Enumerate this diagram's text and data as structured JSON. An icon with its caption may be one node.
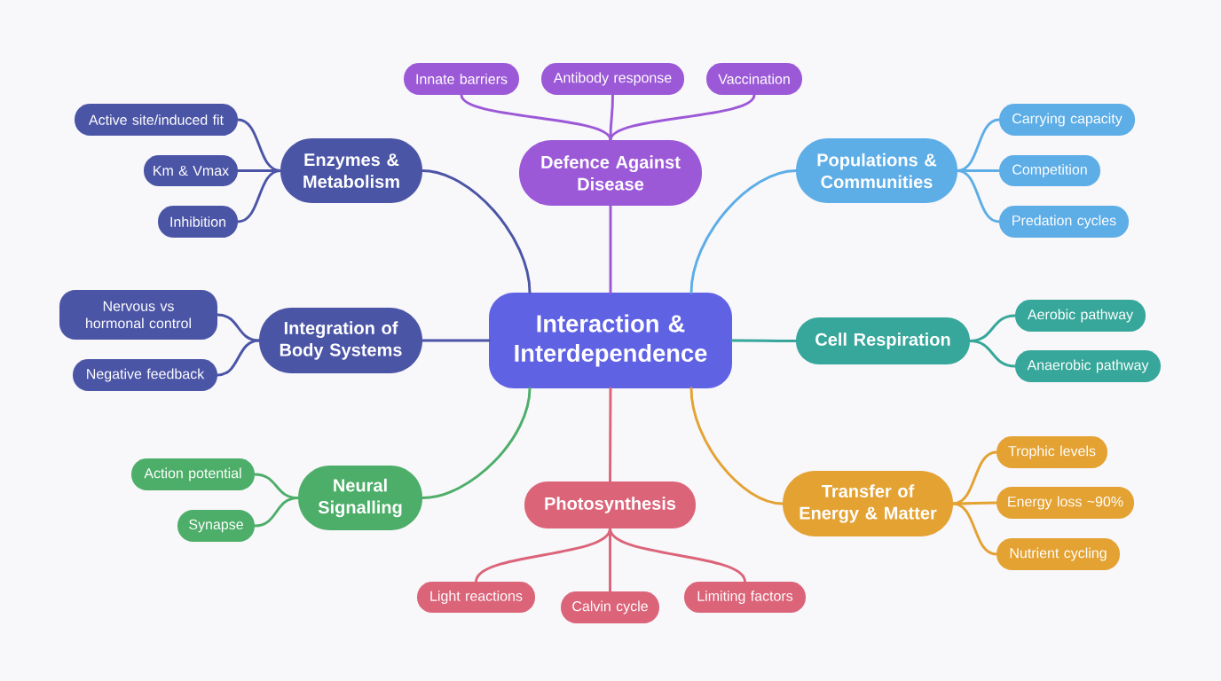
{
  "diagram": {
    "nodes": [
      {
        "text": [
          "Interaction & Interdependence"
        ]
      },
      {
        "text": [
          "Enzymes & Metabolism"
        ]
      },
      {
        "text": [
          "Active site/induced fit"
        ]
      },
      {
        "text": [
          "Km & Vmax"
        ]
      },
      {
        "text": [
          "Inhibition"
        ]
      },
      {
        "text": [
          "Defence Against Disease"
        ]
      },
      {
        "text": [
          "Innate barriers"
        ]
      },
      {
        "text": [
          "Antibody response"
        ]
      },
      {
        "text": [
          "Vaccination"
        ]
      },
      {
        "text": [
          "Populations & Communities"
        ]
      },
      {
        "text": [
          "Carrying capacity"
        ]
      },
      {
        "text": [
          "Competition"
        ]
      },
      {
        "text": [
          "Predation cycles"
        ]
      },
      {
        "text": [
          "Integration of Body Systems"
        ]
      },
      {
        "text": [
          "Nervous vs hormonal control"
        ]
      },
      {
        "text": [
          "Negative feedback"
        ]
      },
      {
        "text": [
          "Cell Respiration"
        ]
      },
      {
        "text": [
          "Aerobic pathway"
        ]
      },
      {
        "text": [
          "Anaerobic pathway"
        ]
      },
      {
        "text": [
          "Neural Signalling"
        ]
      },
      {
        "text": [
          "Action potential"
        ]
      },
      {
        "text": [
          "Synapse"
        ]
      },
      {
        "text": [
          "Photosynthesis"
        ]
      },
      {
        "text": [
          "Light reactions"
        ]
      },
      {
        "text": [
          "Calvin cycle"
        ]
      },
      {
        "text": [
          "Limiting factors"
        ]
      },
      {
        "text": [
          "Transfer of Energy & Matter"
        ]
      },
      {
        "text": [
          "Trophic levels"
        ]
      },
      {
        "text": [
          "Energy loss ~90%"
        ]
      },
      {
        "text": [
          "Nutrient cycling"
        ]
      }
    ],
    "edges": [
      {
        "from": 0,
        "to": 1,
        "arrow": "none"
      },
      {
        "from": 1,
        "to": 2,
        "arrow": "none"
      },
      {
        "from": 1,
        "to": 3,
        "arrow": "none"
      },
      {
        "from": 1,
        "to": 4,
        "arrow": "none"
      },
      {
        "from": 0,
        "to": 5,
        "arrow": "none",
        "color": "#9c59d7"
      },
      {
        "from": 5,
        "to": 6,
        "arrow": "none",
        "color": "#9c59d7"
      },
      {
        "from": 5,
        "to": 7,
        "arrow": "none",
        "color": "#9c59d7"
      },
      {
        "from": 5,
        "to": 8,
        "arrow": "none",
        "color": "#9c59d7"
      },
      {
        "from": 0,
        "to": 9,
        "arrow": "none",
        "color": "#5dade7"
      },
      {
        "from": 9,
        "to": 10,
        "arrow": "none",
        "color": "#5dade7"
      },
      {
        "from": 9,
        "to": 11,
        "arrow": "none",
        "color": "#5dade7"
      },
      {
        "from": 9,
        "to": 12,
        "arrow": "none",
        "color": "#5dade7"
      },
      {
        "from": 0,
        "to": 13,
        "arrow": "none"
      },
      {
        "from": 13,
        "to": 14,
        "arrow": "none"
      },
      {
        "from": 13,
        "to": 15,
        "arrow": "none"
      },
      {
        "from": 0,
        "to": 16,
        "arrow": "none",
        "color": "#36a79a"
      },
      {
        "from": 16,
        "to": 17,
        "arrow": "none",
        "color": "#36a79a"
      },
      {
        "from": 16,
        "to": 18,
        "arrow": "none",
        "color": "#36a79a"
      },
      {
        "from": 0,
        "to": 19,
        "arrow": "none",
        "color": "#4dae69"
      },
      {
        "from": 19,
        "to": 20,
        "arrow": "none",
        "color": "#4dae69"
      },
      {
        "from": 19,
        "to": 21,
        "arrow": "none",
        "color": "#4dae69"
      },
      {
        "from": 0,
        "to": 22,
        "arrow": "none",
        "color": "#db6479"
      },
      {
        "from": 22,
        "to": 23,
        "arrow": "none",
        "color": "#db6479"
      },
      {
        "from": 22,
        "to": 24,
        "arrow": "none",
        "color": "#db6479"
      },
      {
        "from": 22,
        "to": 25,
        "arrow": "none",
        "color": "#db6479"
      },
      {
        "from": 0,
        "to": 26,
        "arrow": "none",
        "color": "#e4a233"
      },
      {
        "from": 26,
        "to": 27,
        "arrow": "none",
        "color": "#e4a233"
      },
      {
        "from": 26,
        "to": 28,
        "arrow": "none",
        "color": "#e4a233"
      },
      {
        "from": 26,
        "to": 29,
        "arrow": "none",
        "color": "#e4a233"
      }
    ]
  }
}
